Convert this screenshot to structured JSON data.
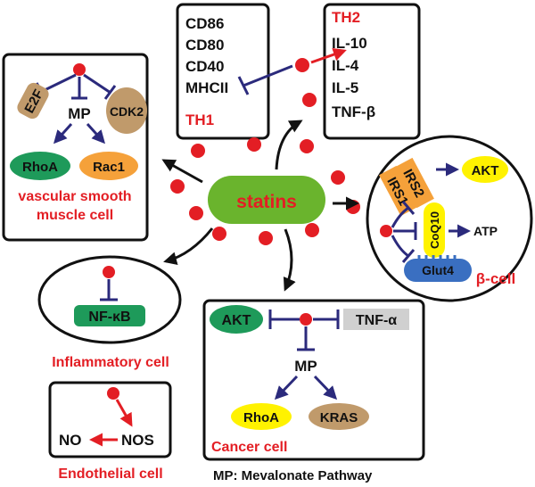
{
  "center": {
    "label": "statins"
  },
  "th": {
    "th1_markers": [
      "CD86",
      "CD80",
      "CD40",
      "MHCII"
    ],
    "th1_label": "TH1",
    "th2_label": "TH2",
    "th2_markers": [
      "IL-10",
      "IL-4",
      "IL-5",
      "TNF-β"
    ]
  },
  "vsmc": {
    "e2f": "E2F",
    "mp": "MP",
    "cdk2": "CDK2",
    "rhoa": "RhoA",
    "rac1": "Rac1",
    "caption_line1": "vascular smooth",
    "caption_line2": "muscle cell"
  },
  "beta": {
    "irs2": "IRS2",
    "irs1": "IRS1",
    "akt": "AKT",
    "coq10": "CoQ10",
    "atp": "ATP",
    "glut4": "Glut4",
    "caption": "β-cell"
  },
  "inflammatory": {
    "nfkb": "NF-κB",
    "caption": "Inflammatory cell"
  },
  "cancer": {
    "akt": "AKT",
    "tnfa": "TNF-α",
    "mp": "MP",
    "rhoa": "RhoA",
    "kras": "KRAS",
    "caption": "Cancer cell"
  },
  "endothelial": {
    "no": "NO",
    "nos": "NOS",
    "caption": "Endothelial cell"
  },
  "footnote": "MP: Mevalonate Pathway",
  "colors": {
    "red": "#e31e24",
    "navy": "#2b2a7c",
    "green": "#6ab42d",
    "dark_green": "#1e9a5a",
    "orange": "#f5a13a",
    "tan": "#c09a6b",
    "yellow": "#fff200",
    "blue": "#3a6fc1",
    "gray": "#d0d0d0"
  }
}
